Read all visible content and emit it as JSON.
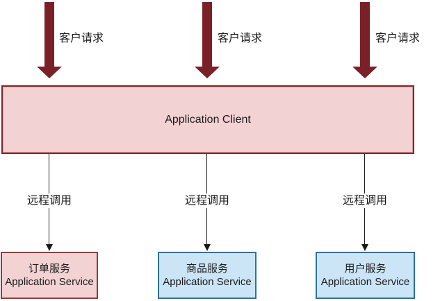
{
  "client_box": {
    "label": "Application Client"
  },
  "columns": [
    {
      "client_request": "客户请求",
      "remote_call": "远程调用",
      "service": {
        "name": "订单服务",
        "subtitle": "Application Service",
        "theme": "red"
      }
    },
    {
      "client_request": "客户请求",
      "remote_call": "远程调用",
      "service": {
        "name": "商品服务",
        "subtitle": "Application Service",
        "theme": "blue"
      }
    },
    {
      "client_request": "客户请求",
      "remote_call": "远程调用",
      "service": {
        "name": "用户服务",
        "subtitle": "Application Service",
        "theme": "blue"
      }
    }
  ],
  "colors": {
    "request_arrow": "#7A2127",
    "client_box_fill": "#F3D2D4",
    "client_box_border": "#7E282B",
    "service_red_fill": "#F3D2D4",
    "service_red_border": "#95393C",
    "service_blue_fill": "#CBE5F7",
    "service_blue_border": "#2B7296",
    "connector_line": "#1A1A1A",
    "text": "#1A1A1A"
  }
}
